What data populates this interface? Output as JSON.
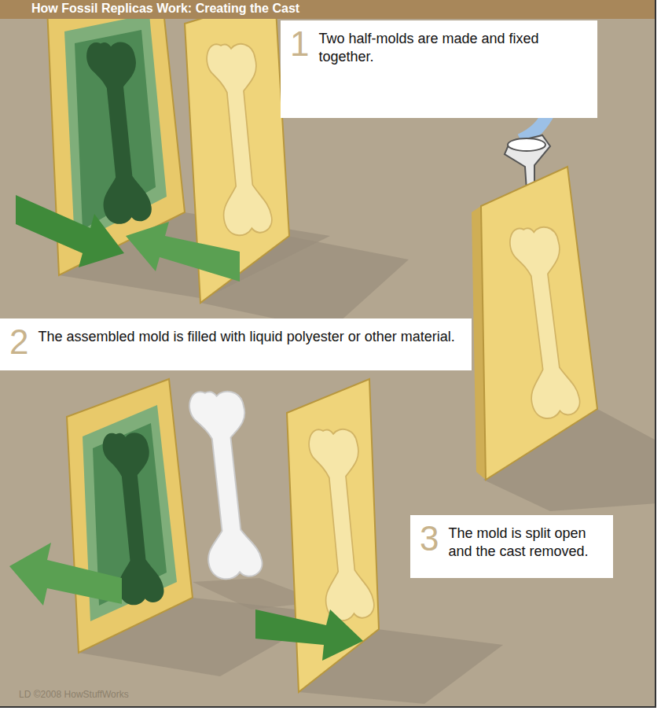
{
  "diagram": {
    "title": "How Fossil Replicas Work: Creating the Cast",
    "nodes": [
      {
        "text": [
          "1",
          "Two half-molds are made and fixed together."
        ]
      },
      {
        "text": [
          "2",
          "The assembled mold is filled with liquid polyester or other material."
        ]
      },
      {
        "text": [
          "3",
          "The mold is split open and the cast removed."
        ]
      }
    ],
    "labels": [
      "LD ©2008 HowStuffWorks"
    ]
  }
}
